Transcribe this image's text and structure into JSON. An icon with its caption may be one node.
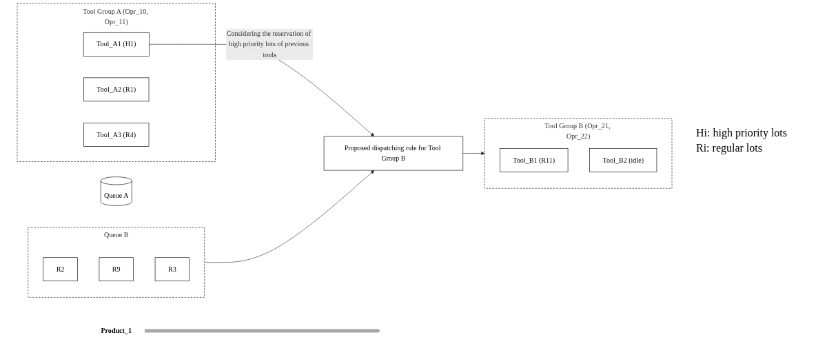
{
  "diagram": {
    "nodes": [
      {
        "text": [
          "Product_1"
        ]
      },
      {
        "text": [
          "Queue A"
        ]
      },
      {
        "text": [
          "Tool Group A (Opr_10, Opr_11)"
        ]
      },
      {
        "text": [
          "Tool_A1 (H1)"
        ],
        "in": 2
      },
      {
        "text": [
          "Tool_A2 (R1)"
        ],
        "in": 2
      },
      {
        "text": [
          "Tool_A3 (R4)"
        ],
        "in": 2
      },
      {
        "text": [
          "Queue B"
        ]
      },
      {
        "text": [
          "R2"
        ],
        "in": 6
      },
      {
        "text": [
          "R9"
        ],
        "in": 6
      },
      {
        "text": [
          "R3"
        ],
        "in": 6
      },
      {
        "text": [
          "Tool Group B (Opr_21, Opr_22)"
        ]
      },
      {
        "text": [
          "Tool_B1 (R11)"
        ],
        "in": 10
      },
      {
        "text": [
          "Tool_B2 (idle)"
        ],
        "in": 10
      },
      {
        "text": [
          "Proposed dispatching rule for Tool Group B"
        ]
      }
    ],
    "edges": [
      {
        "from": 0,
        "to": null,
        "arrow": "to",
        "style": "thick",
        "color": "#a6a6a6"
      },
      {
        "from": 3,
        "to": 13,
        "arrow": "to",
        "label": "Considering the reservation of high priority lots of previous tools"
      },
      {
        "from": 6,
        "to": 13,
        "arrow": "to"
      },
      {
        "from": 13,
        "to": 10,
        "arrow": "to"
      }
    ],
    "labels": [
      "Hi: high priority lots",
      "Ri: regular lots"
    ]
  }
}
